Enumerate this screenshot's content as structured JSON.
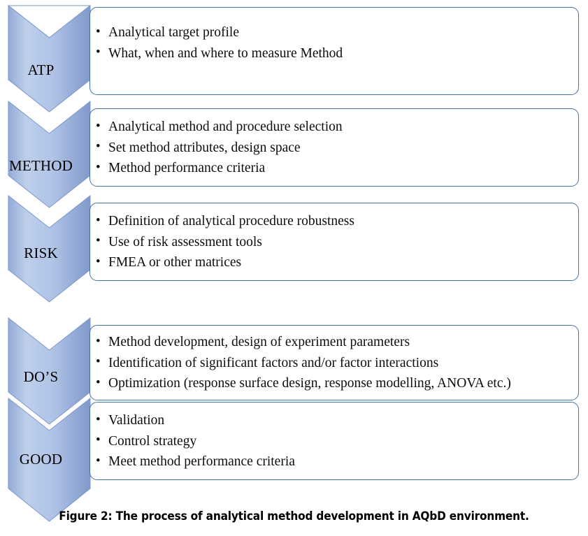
{
  "figure": {
    "caption": "Figure 2: The process of analytical method development in AQbD environment.",
    "colors": {
      "chevron_light": "#bfd0ea",
      "chevron_mid": "#a9bee3",
      "chevron_dark": "#8098c9",
      "chevron_outline": "#7b98cc",
      "box_border": "#4472a8",
      "box_fill": "#ffffff",
      "text": "#0d0d0d"
    }
  },
  "stages": [
    {
      "label": "ATP",
      "bullets": [
        "Analytical target profile",
        "What, when and where to measure Method"
      ]
    },
    {
      "label": "METHOD",
      "bullets": [
        "Analytical method and procedure selection",
        "Set method attributes, design space",
        "Method performance criteria"
      ]
    },
    {
      "label": "RISK",
      "bullets": [
        "Definition of analytical procedure robustness",
        "Use of risk assessment tools",
        "FMEA or other matrices"
      ]
    },
    {
      "label": "DO’S",
      "bullets": [
        "Method development, design of experiment parameters",
        "Identification of significant factors and/or factor interactions",
        "Optimization (response surface design, response modelling, ANOVA etc.)"
      ]
    },
    {
      "label": "GOOD",
      "bullets": [
        "Validation",
        "Control strategy",
        "Meet method performance criteria"
      ]
    }
  ]
}
